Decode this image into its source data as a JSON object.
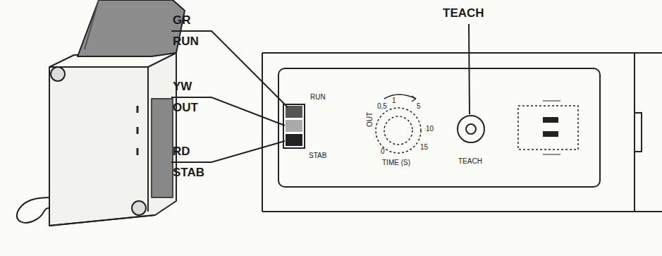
{
  "diagram": {
    "nodes": [
      {
        "text": [
          "RUN",
          "STAB",
          "0,5",
          "1",
          "5",
          "10",
          "15",
          "0",
          "OUT",
          "TIME (S)",
          "TEACH"
        ]
      }
    ],
    "labels": [
      "GR",
      "RUN",
      "YW",
      "OUT",
      "RD",
      "STAB",
      "TEACH"
    ]
  }
}
